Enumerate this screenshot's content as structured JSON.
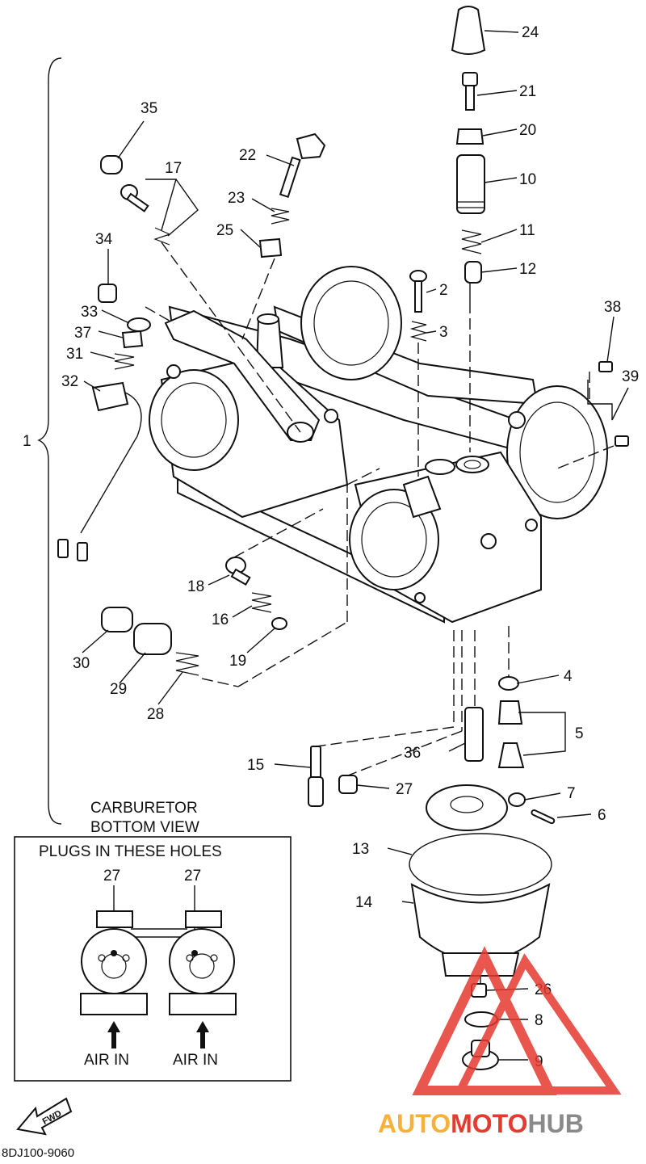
{
  "diagram": {
    "callouts": [
      {
        "id": "24",
        "label": "24"
      },
      {
        "id": "21",
        "label": "21"
      },
      {
        "id": "20",
        "label": "20"
      },
      {
        "id": "10",
        "label": "10"
      },
      {
        "id": "11",
        "label": "11"
      },
      {
        "id": "12",
        "label": "12"
      },
      {
        "id": "2",
        "label": "2"
      },
      {
        "id": "3",
        "label": "3"
      },
      {
        "id": "38",
        "label": "38"
      },
      {
        "id": "39",
        "label": "39"
      },
      {
        "id": "35",
        "label": "35"
      },
      {
        "id": "17",
        "label": "17"
      },
      {
        "id": "22",
        "label": "22"
      },
      {
        "id": "23",
        "label": "23"
      },
      {
        "id": "25",
        "label": "25"
      },
      {
        "id": "34",
        "label": "34"
      },
      {
        "id": "33",
        "label": "33"
      },
      {
        "id": "37",
        "label": "37"
      },
      {
        "id": "31",
        "label": "31"
      },
      {
        "id": "32",
        "label": "32"
      },
      {
        "id": "1",
        "label": "1"
      },
      {
        "id": "18",
        "label": "18"
      },
      {
        "id": "16",
        "label": "16"
      },
      {
        "id": "19",
        "label": "19"
      },
      {
        "id": "30",
        "label": "30"
      },
      {
        "id": "29",
        "label": "29"
      },
      {
        "id": "28",
        "label": "28"
      },
      {
        "id": "4",
        "label": "4"
      },
      {
        "id": "5",
        "label": "5"
      },
      {
        "id": "36",
        "label": "36"
      },
      {
        "id": "15",
        "label": "15"
      },
      {
        "id": "27a",
        "label": "27"
      },
      {
        "id": "7",
        "label": "7"
      },
      {
        "id": "6",
        "label": "6"
      },
      {
        "id": "13",
        "label": "13"
      },
      {
        "id": "14",
        "label": "14"
      },
      {
        "id": "26",
        "label": "26"
      },
      {
        "id": "8",
        "label": "8"
      },
      {
        "id": "9",
        "label": "9"
      }
    ],
    "bottom_view": {
      "title_line1": "CARBURETOR",
      "title_line2": "BOTTOM VIEW",
      "box_title": "PLUGS IN THESE HOLES",
      "left_plug": "27",
      "right_plug": "27",
      "left_air": "AIR IN",
      "right_air": "AIR IN"
    },
    "fwd_label": "FWD",
    "part_code": "8DJ100-9060",
    "watermark": {
      "text_auto": "AUTO",
      "text_moto": "MOTO",
      "text_hub": "HUB",
      "color_auto": "#f5b13a",
      "color_moto": "#e6392f",
      "color_hub": "#8a8a8a"
    }
  }
}
